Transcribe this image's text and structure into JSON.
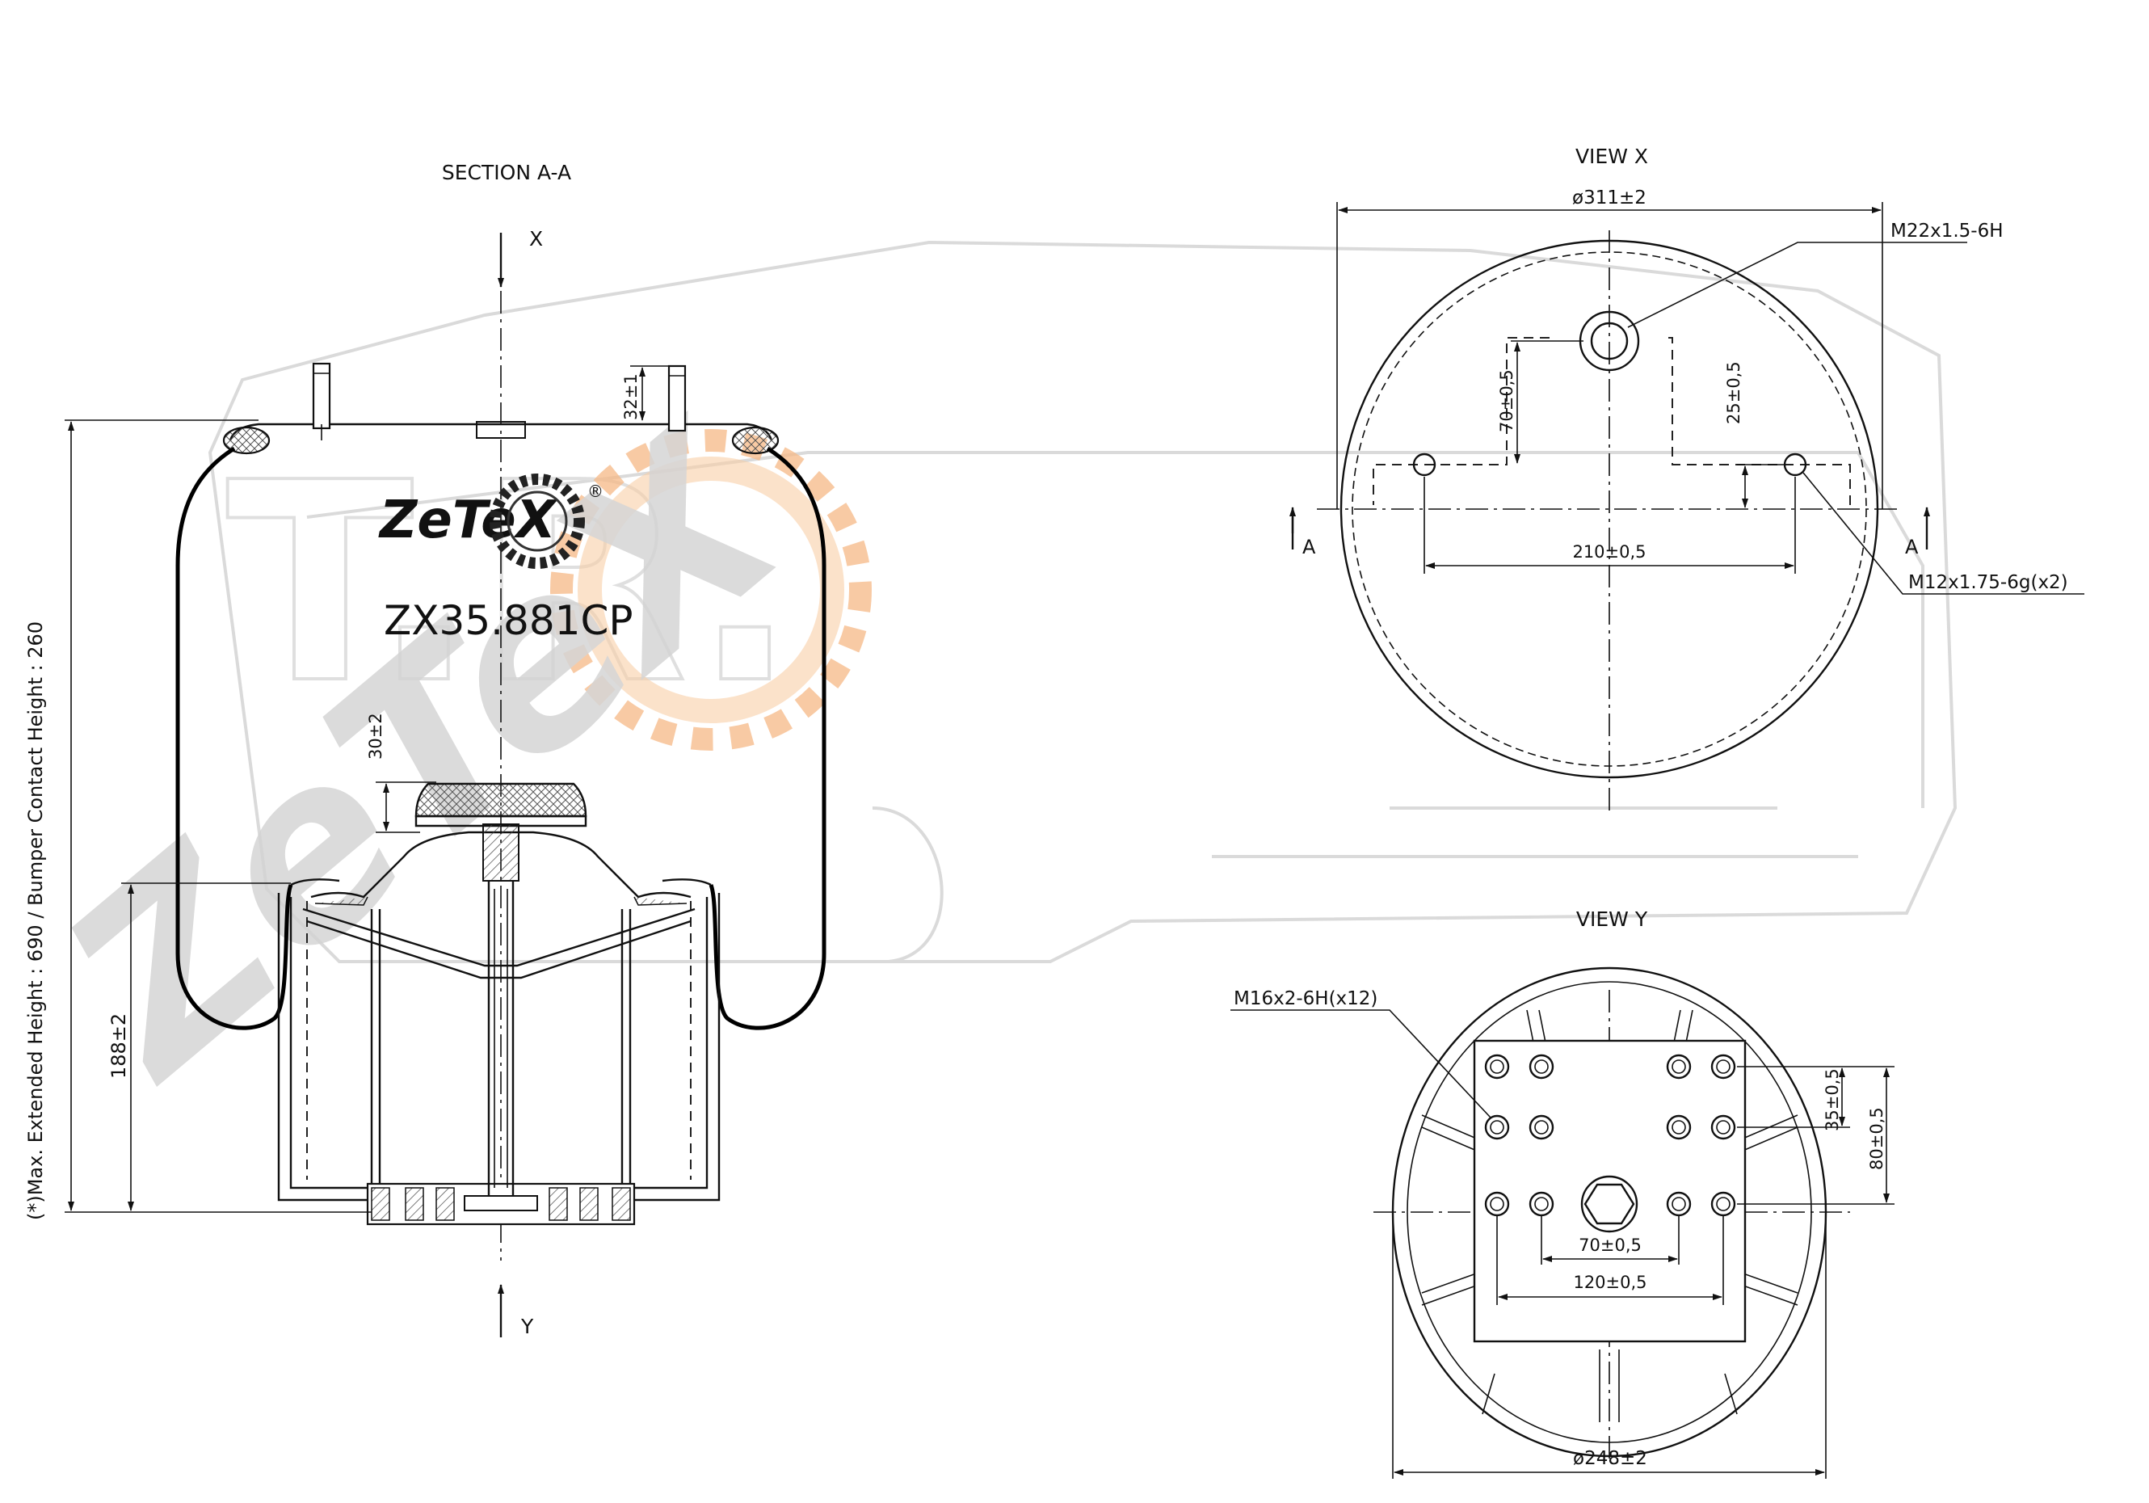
{
  "section": {
    "title": "SECTION A-A",
    "arrow_top": "X",
    "arrow_bottom": "Y"
  },
  "logo": {
    "text": "ZeTeX",
    "registered": "®"
  },
  "part_number": "ZX35.881CP",
  "dims_section": {
    "vertical_height": "(*)Max. Extended Height : 690 / Bumper Contact Height : 260",
    "stud": "32±1",
    "bumper": "30±2",
    "piston": "188±2"
  },
  "view_x": {
    "title": "VIEW X",
    "diameter": "ø311±2",
    "thread_center": "M22x1.5-6H",
    "dim_70": "70±0,5",
    "dim_25": "25±0,5",
    "dim_210": "210±0,5",
    "thread_side": "M12x1.75-6g(x2)",
    "section_left": "A",
    "section_right": "A"
  },
  "view_y": {
    "title": "VIEW Y",
    "thread": "M16x2-6H(x12)",
    "dim_35": "35±0,5",
    "dim_80": "80±0,5",
    "dim_70": "70±0,5",
    "dim_120": "120±0,5",
    "diameter": "ø248±2"
  },
  "colors": {
    "line": "#111111",
    "watermark_gray": "#d6d6d6",
    "watermark_orange": "#f6b27a"
  }
}
